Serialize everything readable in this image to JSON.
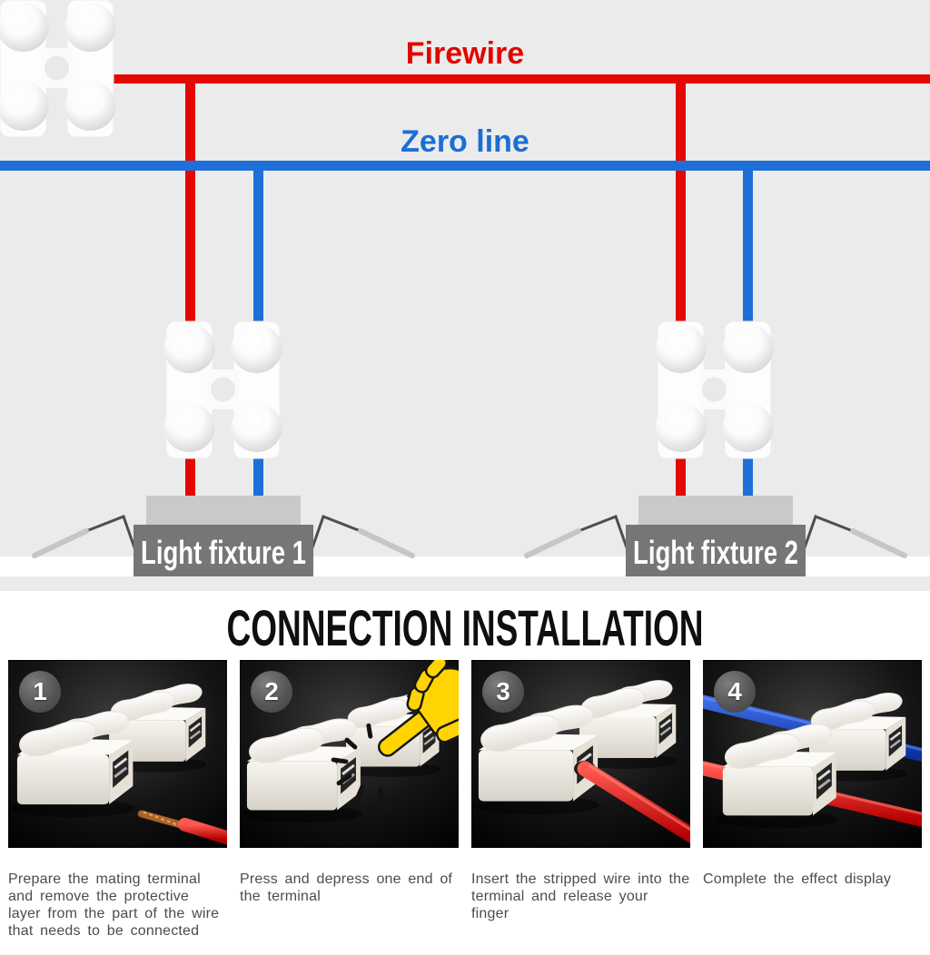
{
  "diagram": {
    "firewire_label": "Firewire",
    "zero_line_label": "Zero line",
    "fixture1_label": "Light fixture 1",
    "fixture2_label": "Light fixture 2",
    "colors": {
      "live_wire": "#e50800",
      "neutral_wire": "#1e6fd8",
      "background": "#ebebeb",
      "fixture_body": "#c9c9c9",
      "fixture_label_bg": "#767676"
    }
  },
  "section": {
    "title": "CONNECTION INSTALLATION",
    "steps": [
      {
        "number": "1",
        "caption": "Prepare the mating terminal and remove the protective layer from the part of the wire that needs to be connected"
      },
      {
        "number": "2",
        "caption": "Press and depress one end of the terminal"
      },
      {
        "number": "3",
        "caption": "Insert the stripped wire into the terminal and release your finger"
      },
      {
        "number": "4",
        "caption": "Complete the effect display"
      }
    ],
    "accent_colors": {
      "press_hand": "#ffd400",
      "red_wire": "#d40000",
      "blue_wire": "#1437a8"
    }
  }
}
